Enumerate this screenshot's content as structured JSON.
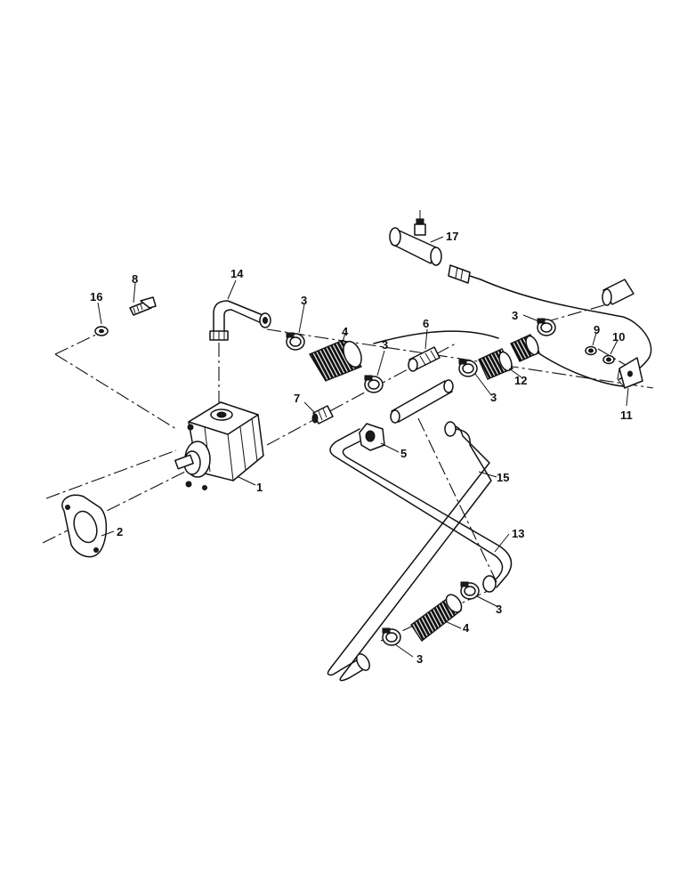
{
  "callouts": {
    "c1": "1",
    "c2": "2",
    "c3a": "3",
    "c3b": "3",
    "c3c": "3",
    "c3d": "3",
    "c3e": "3",
    "c3f": "3",
    "c4a": "4",
    "c4b": "4",
    "c5": "5",
    "c6": "6",
    "c7": "7",
    "c8": "8",
    "c9": "9",
    "c10": "10",
    "c11": "11",
    "c12": "12",
    "c13": "13",
    "c14": "14",
    "c15": "15",
    "c16": "16",
    "c17": "17"
  }
}
